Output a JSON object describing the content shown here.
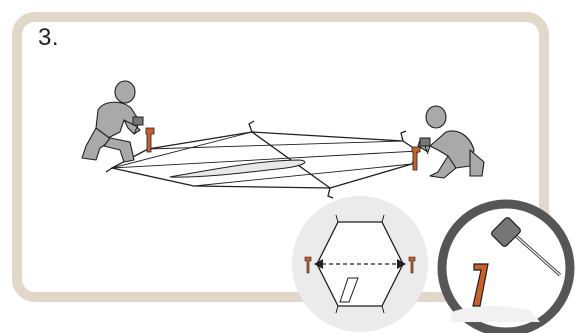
{
  "step": {
    "number": "3."
  },
  "colors": {
    "frame": "#e2d8c9",
    "figure": "#a9a9a9",
    "stake": "#c9612a",
    "hammer_head": "#777777",
    "outline": "#1f1f1f",
    "zoom_circle": "#ebebeb",
    "zoom_circle_dark": "#565656"
  },
  "icons": [
    "person-left",
    "person-right",
    "tent-footprint",
    "stake",
    "mallet",
    "hexagon-detail",
    "dashed-double-arrow"
  ]
}
